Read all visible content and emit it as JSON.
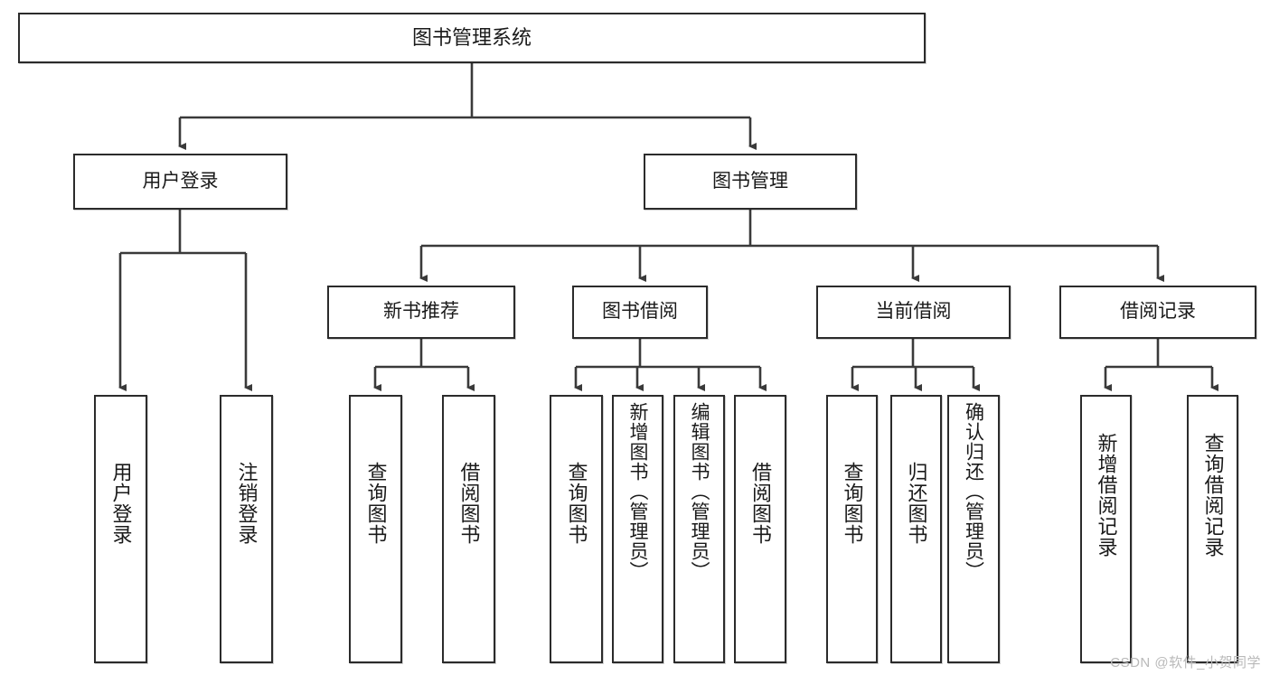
{
  "diagram": {
    "type": "tree-hierarchy",
    "title": "图书管理系统",
    "root": {
      "label": "图书管理系统"
    },
    "level2": [
      {
        "id": "user-login",
        "label": "用户登录"
      },
      {
        "id": "book-manage",
        "label": "图书管理"
      }
    ],
    "level3": [
      {
        "id": "new-book-recommend",
        "label": "新书推荐",
        "parent": "book-manage"
      },
      {
        "id": "book-borrow",
        "label": "图书借阅",
        "parent": "book-manage"
      },
      {
        "id": "current-borrow",
        "label": "当前借阅",
        "parent": "book-manage"
      },
      {
        "id": "borrow-record",
        "label": "借阅记录",
        "parent": "book-manage"
      }
    ],
    "leaves": [
      {
        "id": "leaf-user-login",
        "label": "用户登录",
        "parent": "user-login"
      },
      {
        "id": "leaf-user-logout",
        "label": "注销登录",
        "parent": "user-login"
      },
      {
        "id": "leaf-query-book-1",
        "label": "查询图书",
        "parent": "new-book-recommend"
      },
      {
        "id": "leaf-borrow-book-1",
        "label": "借阅图书",
        "parent": "new-book-recommend"
      },
      {
        "id": "leaf-query-book-2",
        "label": "查询图书",
        "parent": "book-borrow"
      },
      {
        "id": "leaf-add-book",
        "label": "新增图书（管理员）",
        "parent": "book-borrow"
      },
      {
        "id": "leaf-edit-book",
        "label": "编辑图书（管理员）",
        "parent": "book-borrow"
      },
      {
        "id": "leaf-borrow-book-2",
        "label": "借阅图书",
        "parent": "book-borrow"
      },
      {
        "id": "leaf-query-book-3",
        "label": "查询图书",
        "parent": "current-borrow"
      },
      {
        "id": "leaf-return-book",
        "label": "归还图书",
        "parent": "current-borrow"
      },
      {
        "id": "leaf-confirm-return",
        "label": "确认归还（管理员）",
        "parent": "current-borrow"
      },
      {
        "id": "leaf-add-record",
        "label": "新增借阅记录",
        "parent": "borrow-record"
      },
      {
        "id": "leaf-query-record",
        "label": "查询借阅记录",
        "parent": "borrow-record"
      }
    ],
    "colors": {
      "border": "#2b2b2b",
      "background": "#ffffff",
      "text": "#1a1a1a",
      "connector": "#3a3a3a",
      "watermark": "#b9b9b9"
    }
  },
  "watermark": {
    "text": "CSDN @软件_小贺同学"
  }
}
